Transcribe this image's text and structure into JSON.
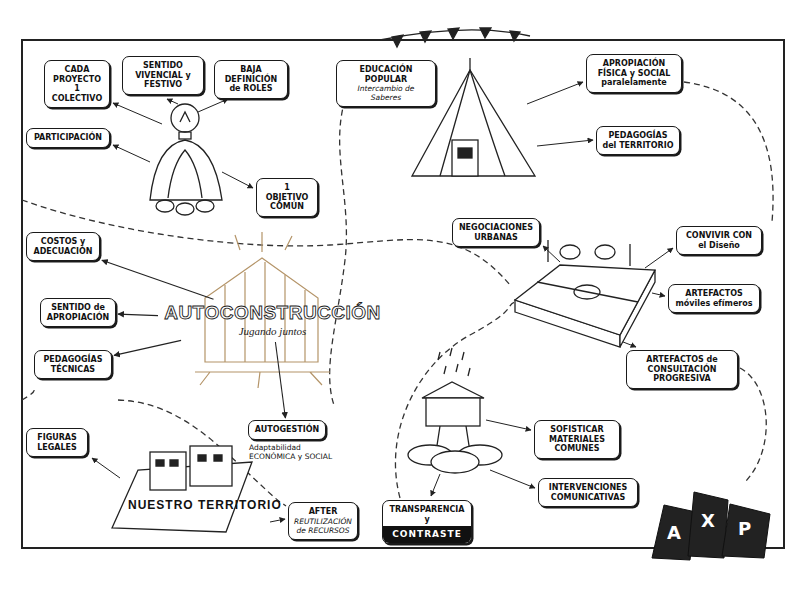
{
  "diagram": {
    "nodes": [
      {
        "text": [
          "CADA PROYECTO 1 COLECTIVO"
        ]
      },
      {
        "text": [
          "SENTIDO VIVENCIAL y FESTIVO"
        ]
      },
      {
        "text": [
          "BAJA DEFINICIÓN de ROLES"
        ]
      },
      {
        "text": [
          "PARTICIPACIÓN"
        ]
      },
      {
        "text": [
          "1 OBJETIVO COMÚN"
        ]
      },
      {
        "text": [
          "EDUCACIÓN POPULAR",
          "Intercambio de Saberes"
        ]
      },
      {
        "text": [
          "APROPIACIÓN FÍSICA y SOCIAL paralelamente"
        ]
      },
      {
        "text": [
          "PEDAGOGÍAS del TERRITORIO"
        ]
      },
      {
        "text": [
          "COSTOS y ADECUACIÓN"
        ]
      },
      {
        "text": [
          "SENTIDO de APROPIACIÓN"
        ]
      },
      {
        "text": [
          "PEDAGOGÍAS TÉCNICAS"
        ]
      },
      {
        "text": [
          "AUTOCONSTRUCCIÓN",
          "Jugando juntos"
        ]
      },
      {
        "text": [
          "NEGOCIACIONES URBANAS"
        ]
      },
      {
        "text": [
          "CONVIVIR CON el Diseño"
        ]
      },
      {
        "text": [
          "ARTEFACTOS móviles efímeros"
        ]
      },
      {
        "text": [
          "ARTEFACTOS de CONSULTACIÓN PROGRESIVA"
        ]
      },
      {
        "text": [
          "AUTOGESTIÓN",
          "Adaptabilidad ECONÓMICA y SOCIAL"
        ]
      },
      {
        "text": [
          "FIGURAS LEGALES"
        ]
      },
      {
        "text": [
          "AFTER",
          "REUTILIZACIÓN de RECURSOS"
        ]
      },
      {
        "text": [
          "TRANSPARENCIA y",
          "CONTRASTE"
        ]
      },
      {
        "text": [
          "SOFISTICAR MATERIALES COMUNES"
        ]
      },
      {
        "text": [
          "INTERVENCIONES COMUNICATIVAS"
        ]
      }
    ],
    "edges": [
      {
        "from": 11,
        "to": 8,
        "arrow": "to"
      },
      {
        "from": 11,
        "to": 9,
        "arrow": "to"
      },
      {
        "from": 11,
        "to": 10,
        "arrow": "to"
      },
      {
        "from": 11,
        "to": 16,
        "arrow": "to"
      }
    ],
    "labels": [
      "NUESTRO TERRITORIO",
      "A",
      "X",
      "P"
    ]
  }
}
